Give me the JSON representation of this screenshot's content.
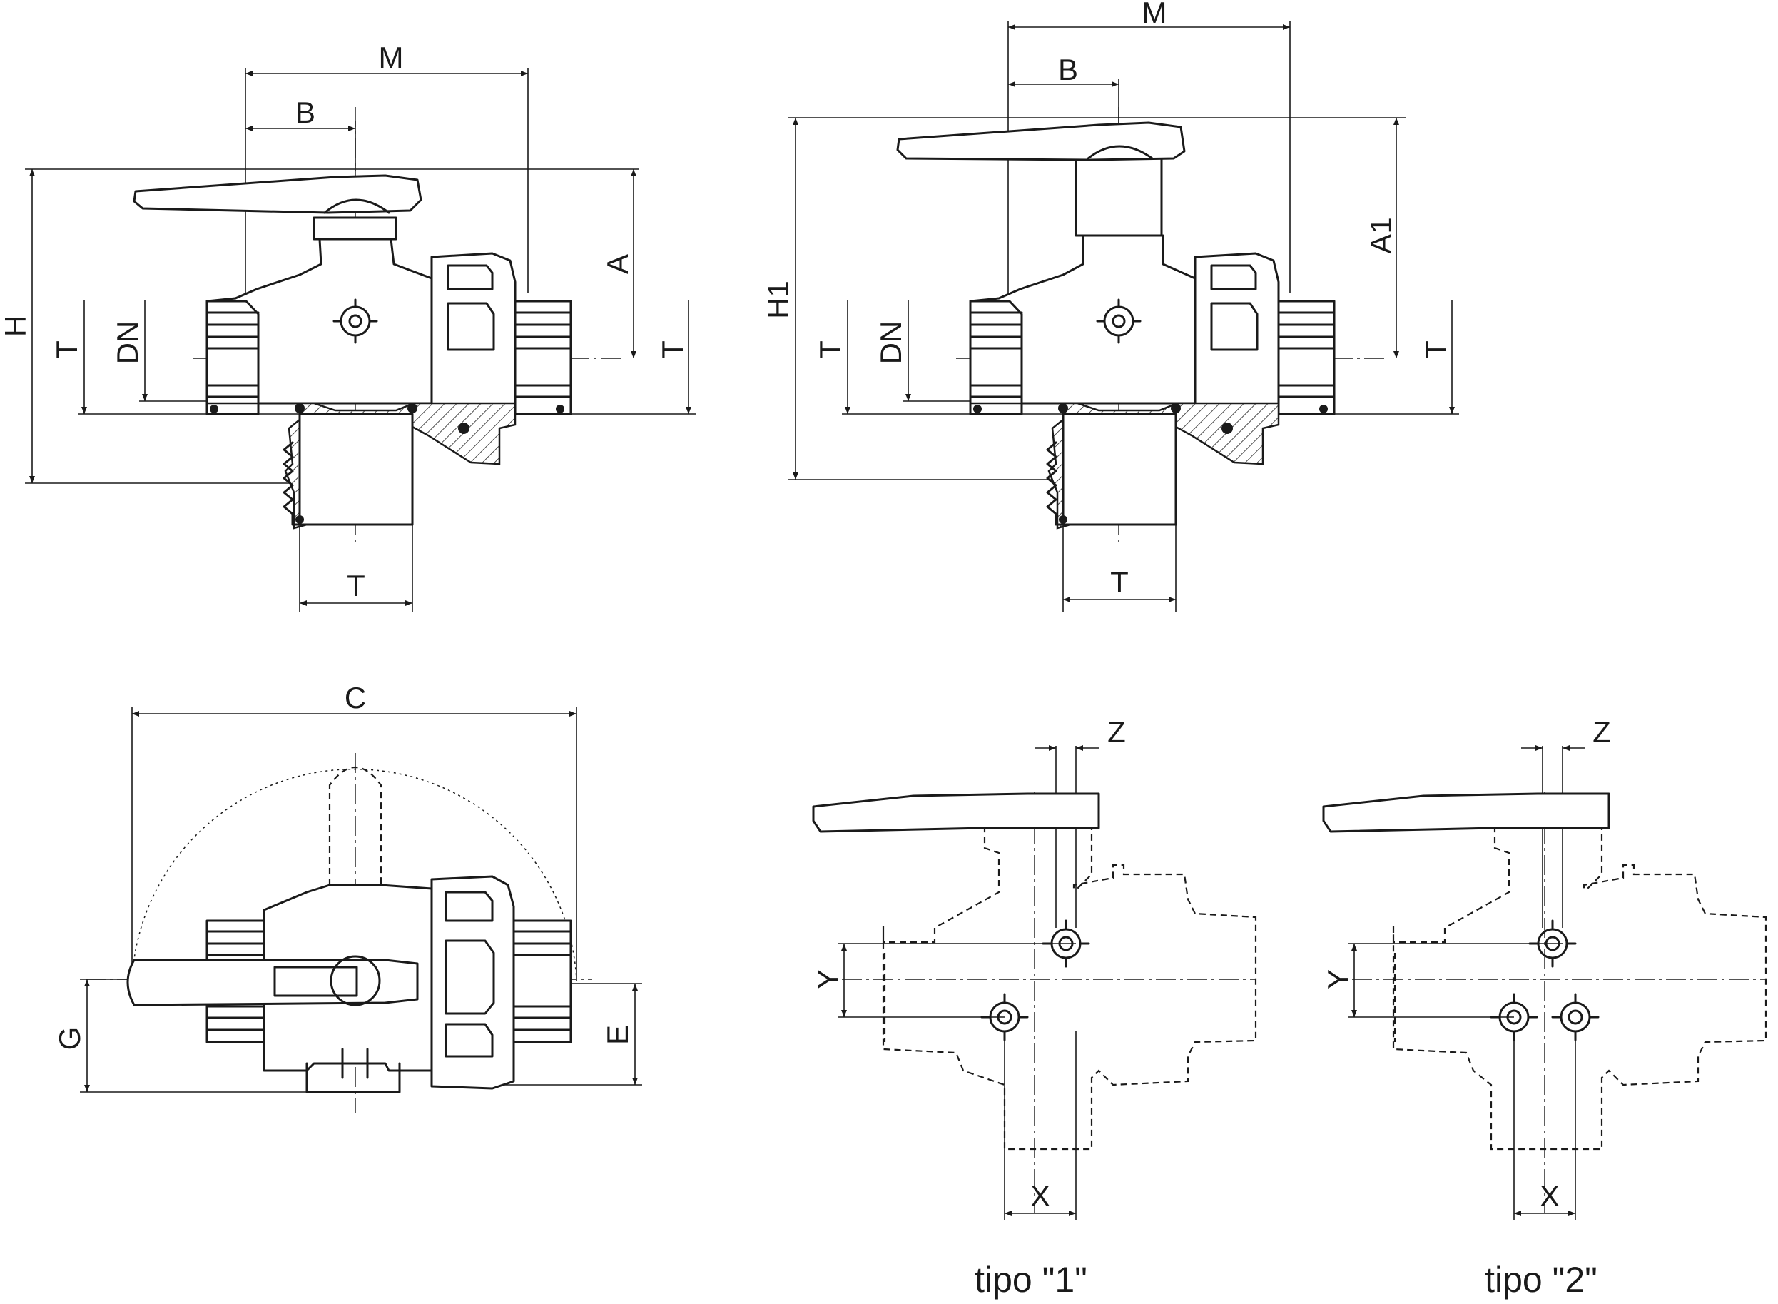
{
  "labels": {
    "M": "M",
    "B": "B",
    "H": "H",
    "A": "A",
    "T": "T",
    "DN": "DN",
    "H1": "H1",
    "A1": "A1",
    "C": "C",
    "G": "G",
    "E": "E",
    "Z": "Z",
    "Y": "Y",
    "X": "X"
  },
  "captions": {
    "type1": "tipo \"1\"",
    "type2": "tipo \"2\""
  }
}
